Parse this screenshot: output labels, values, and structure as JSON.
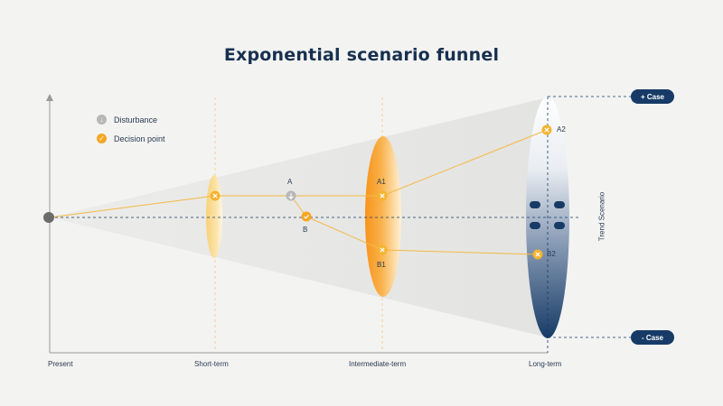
{
  "title": "Exponential scenario funnel",
  "legend": {
    "disturbance": "Disturbance",
    "decision_point": "Decision point"
  },
  "cases": {
    "plus": "+ Case",
    "minus": "- Case"
  },
  "trend_label": "Trend Scenario",
  "x_axis": {
    "present": "Present",
    "short": "Short-term",
    "intermediate": "Intermediate-term",
    "long": "Long-term"
  },
  "points": {
    "a": "A",
    "b": "B",
    "a1": "A1",
    "b1": "B1",
    "a2": "A2",
    "b2": "B2"
  },
  "colors": {
    "navy": "#173b66",
    "orange": "#f5a623",
    "gray": "#b7b7b7"
  }
}
